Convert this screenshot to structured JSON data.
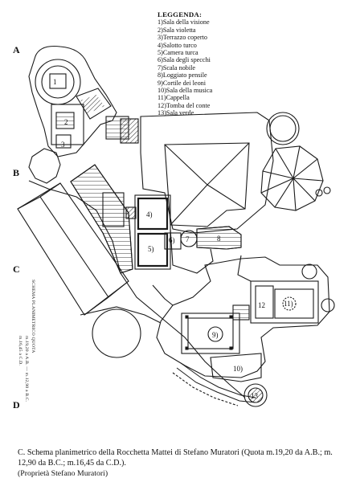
{
  "legend": {
    "title": "LEGGENDA:",
    "items": [
      "1)Sala della visione",
      "2)Sala violetta",
      "3)Terrazzo coperto",
      "4)Salotto turco",
      "5)Camera turca",
      "6)Sala degli specchi",
      "7)Scala nobile",
      "8)Loggiato pensile",
      "9)Cortile dei leoni",
      "10)Sala della musica",
      "11)Cappella",
      "12)Tomba del conte",
      "13)Sala verde"
    ]
  },
  "side_labels": [
    "A",
    "B",
    "C",
    "D"
  ],
  "plan_labels": [
    "1",
    "2",
    "3",
    "4)",
    "5)",
    "6)",
    "7",
    "8",
    "9)",
    "10)",
    "11)",
    "12",
    "13"
  ],
  "vertical_text": {
    "line1": "SCHEMA    PLANIMETRICO    QUOTA",
    "line2": "m.19,20 a A.B. — m.12,90 a B.C.",
    "line3": "m.16,45 a C.D."
  },
  "caption": {
    "text": "C. Schema planimetrico della Rocchetta Mattei di Stefano Muratori (Quota m.19,20 da A.B.; m. 12,90 da B.C.; m.16,45 da C.D.).",
    "credit": "(Proprietà Stefano Muratori)"
  }
}
